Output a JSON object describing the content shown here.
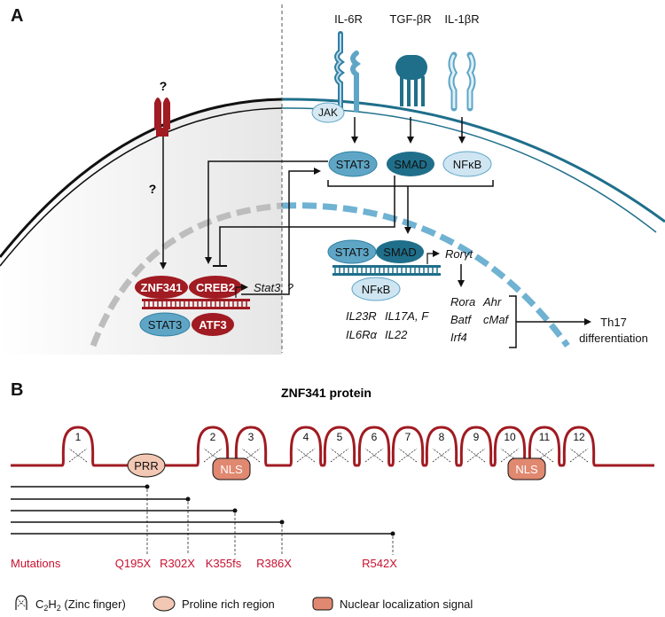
{
  "panel_a": {
    "label": "A",
    "question_marks": [
      "?",
      "?"
    ],
    "receptors": [
      "IL-6R",
      "TGF-βR",
      "IL-1βR"
    ],
    "jak": "JAK",
    "cyto_stat3": "STAT3",
    "cyto_smad": "SMAD",
    "cyto_nfkb": "NFκB",
    "nuc_stat3": "STAT3",
    "nuc_smad": "SMAD",
    "nuc_nfkb": "NFκB",
    "rorgt": "Rorγt",
    "znf341": "ZNF341",
    "creb2": "CREB2",
    "stat3_low": "STAT3",
    "atf3": "ATF3",
    "stat3_target": "Stat3, ?",
    "genes": [
      "IL23R",
      "IL6Rα",
      "IL17A, F",
      "IL22"
    ],
    "rorgt_targets": [
      "Rora",
      "Batf",
      "Irf4",
      "Ahr",
      "cMaf"
    ],
    "th17": [
      "Th17",
      "differentiation"
    ]
  },
  "panel_b": {
    "label": "B",
    "title": "ZNF341 protein",
    "fingers": [
      "1",
      "2",
      "3",
      "4",
      "5",
      "6",
      "7",
      "8",
      "9",
      "10",
      "11",
      "12"
    ],
    "prr": "PRR",
    "nls": [
      "NLS",
      "NLS"
    ],
    "mutations_label": "Mutations",
    "mutations": [
      "Q195X",
      "R302X",
      "K355fs",
      "R386X",
      "R542X"
    ],
    "legend": {
      "zinc": "C2H2 (Zinc finger)",
      "zinc_main": "C",
      "zinc_sub1": "2",
      "zinc_mid": "H",
      "zinc_sub2": "2",
      "zinc_rest": " (Zinc finger)",
      "prr": "Proline rich region",
      "nls": "Nuclear localization signal"
    }
  },
  "colors": {
    "dark_red": "#a01b22",
    "mutation_red": "#c8102e",
    "teal_dark": "#1f6f8b",
    "teal_mid": "#5fa6c6",
    "teal_light": "#b9d9ea",
    "prr_fill": "#f2c7b3",
    "nls_fill": "#e08870"
  }
}
